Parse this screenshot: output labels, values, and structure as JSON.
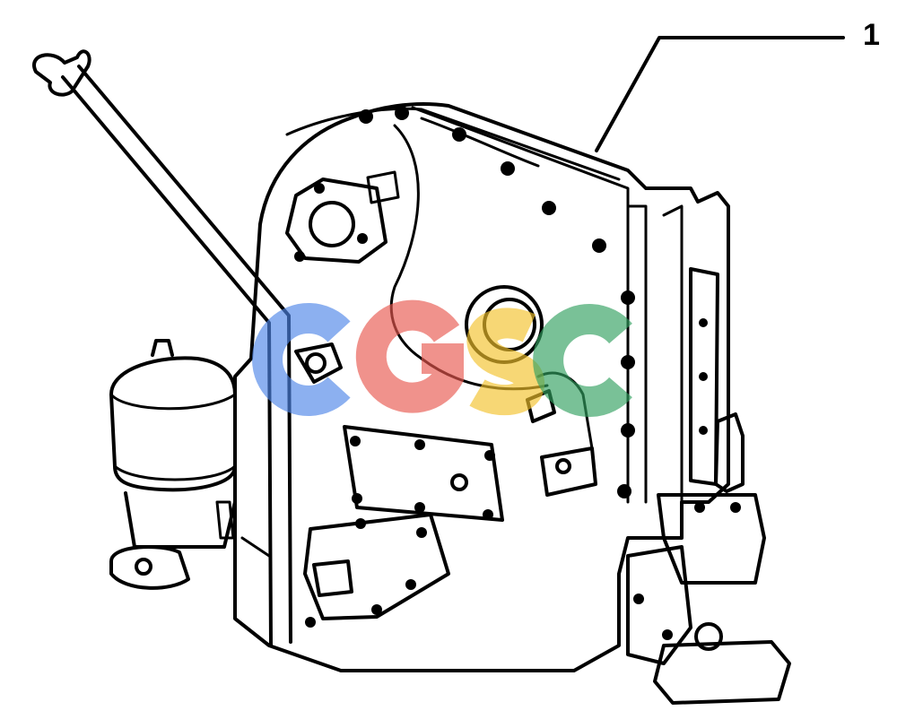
{
  "callout": {
    "number": "1"
  },
  "watermark": {
    "letters": [
      "c",
      "g",
      "s",
      "c"
    ],
    "colors": [
      "#4f86e8",
      "#e8574f",
      "#f2c22b",
      "#31a05f"
    ]
  },
  "drawing": {
    "subject": "gear-housing-assembly-line-drawing"
  }
}
